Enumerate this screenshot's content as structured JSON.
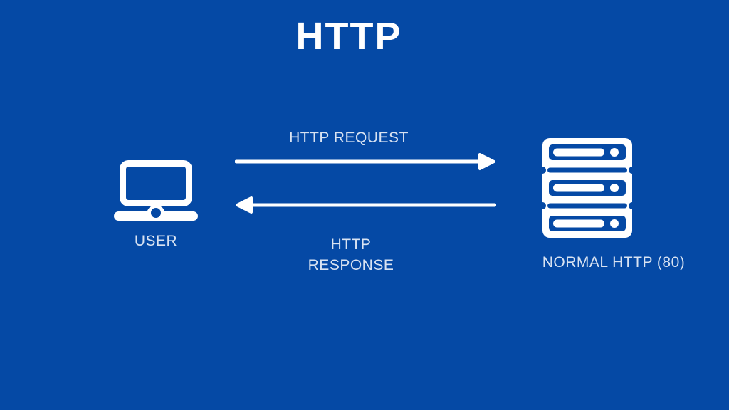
{
  "title": "HTTP",
  "colors": {
    "background": "#0549a5",
    "icon": "#ffffff",
    "label": "#d9e3f2",
    "title": "#ffffff"
  },
  "diagram": {
    "client": {
      "label": "USER",
      "icon": "laptop-icon"
    },
    "server": {
      "label": "NORMAL HTTP (80)",
      "icon": "server-rack-icon"
    },
    "request": {
      "label": "HTTP REQUEST",
      "direction": "right"
    },
    "response": {
      "label": "HTTP RESPONSE",
      "direction": "left"
    }
  }
}
